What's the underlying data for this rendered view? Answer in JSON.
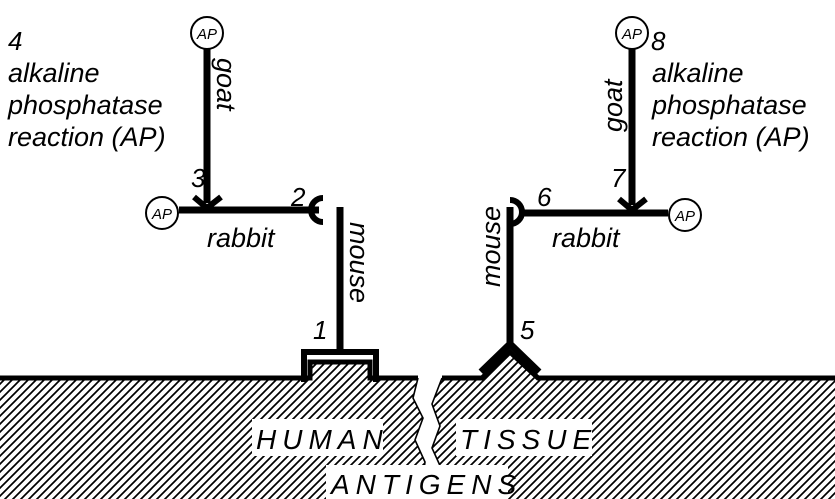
{
  "left": {
    "step_antigen": "1",
    "step_mouse": "2",
    "step_rabbit": "3",
    "step_reaction": "4",
    "mouse_label": "mouse",
    "rabbit_label": "rabbit",
    "goat_label": "goat",
    "ap_top": "AP",
    "ap_side": "AP",
    "reaction_lines": [
      "alkaline",
      "phosphatase",
      "reaction (AP)"
    ]
  },
  "right": {
    "step_antigen": "5",
    "step_mouse": "6",
    "step_rabbit": "7",
    "step_reaction": "8",
    "mouse_label": "mouse",
    "rabbit_label": "rabbit",
    "goat_label": "goat",
    "ap_top": "AP",
    "ap_side": "AP",
    "reaction_lines": [
      "alkaline",
      "phosphatase",
      "reaction (AP)"
    ]
  },
  "tissue": {
    "word_human": "HUMAN",
    "word_tissue": "TISSUE",
    "word_antigens": "ANTIGENS"
  }
}
